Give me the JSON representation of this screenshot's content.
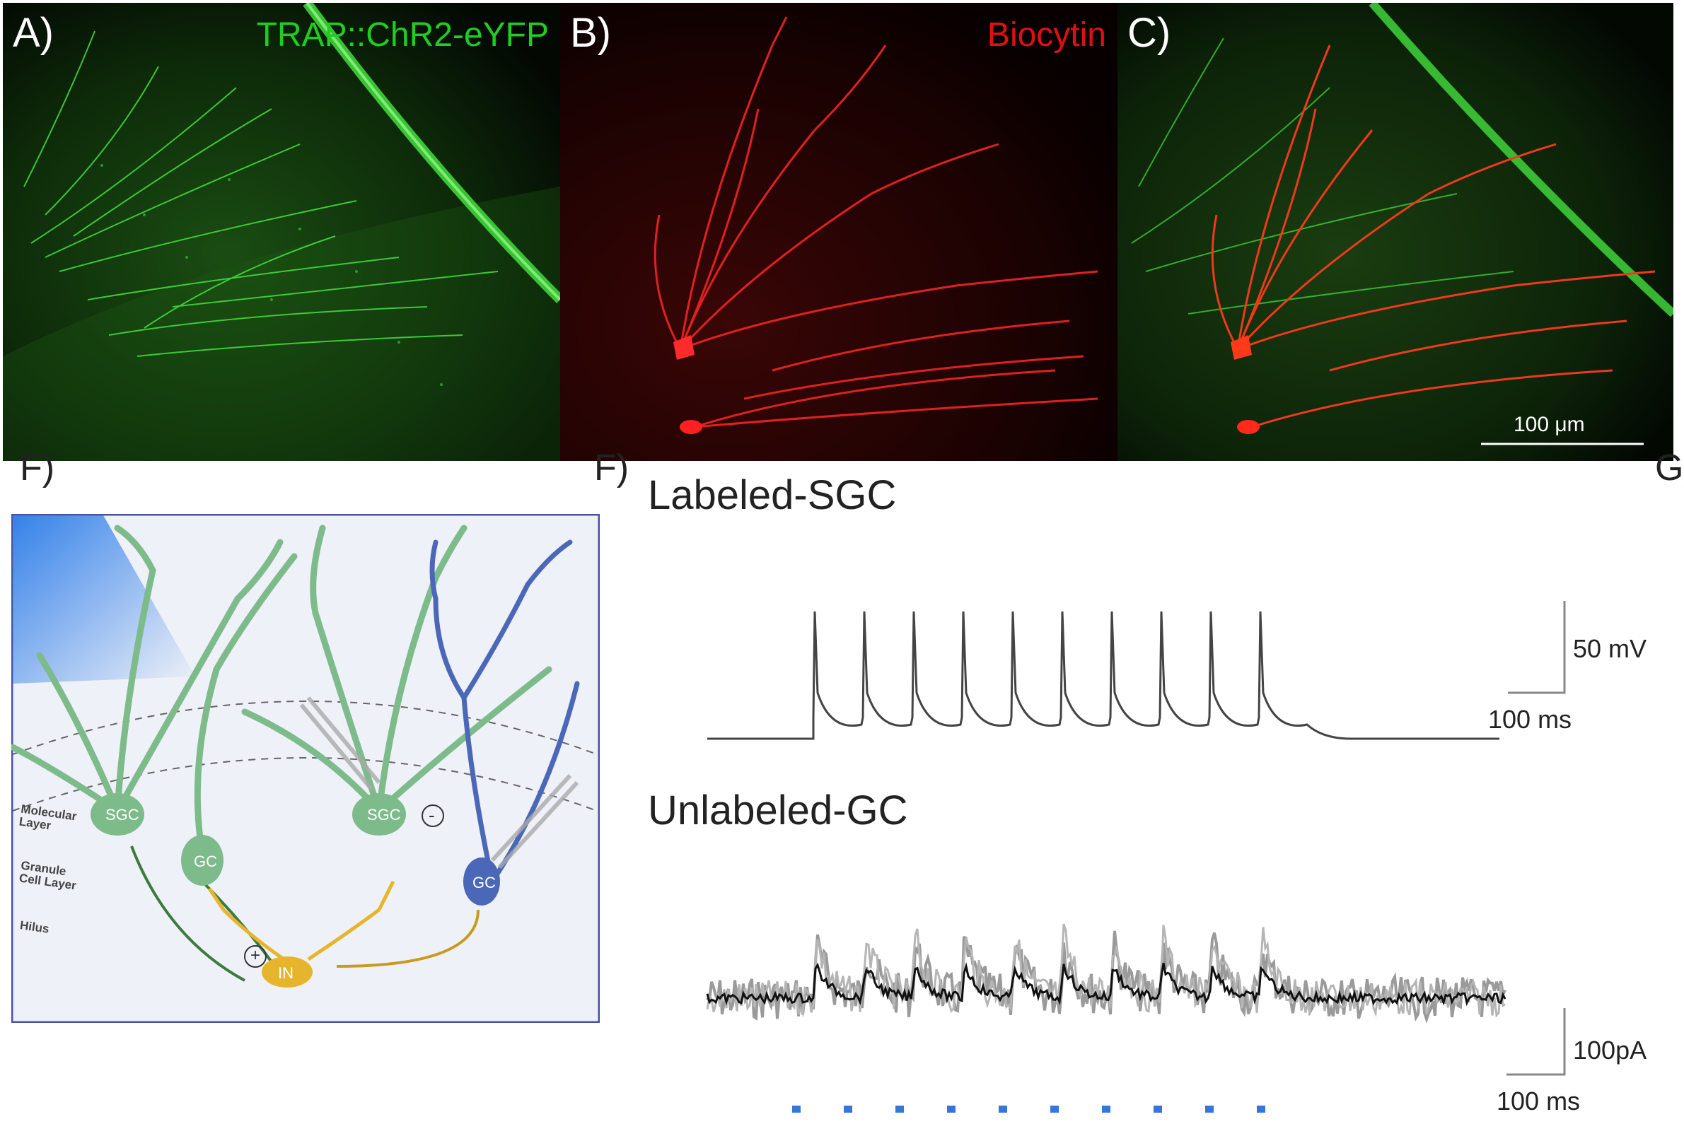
{
  "figure": {
    "panel_a": {
      "letter": "A)",
      "label": "TRAP::ChR2-eYFP",
      "label_color": "#22cc22"
    },
    "panel_b": {
      "letter": "B)",
      "label": "Biocytin",
      "label_color": "#dd1111"
    },
    "panel_c": {
      "letter": "C)",
      "scale_bar": "100 μm"
    },
    "cut_labels": [
      "F)",
      "F)",
      "G)"
    ],
    "schematic": {
      "layers": [
        "Molecular\nLayer",
        "Granule\nCell Layer",
        "Hilus"
      ],
      "cells": [
        "SGC",
        "SGC",
        "GC",
        "GC",
        "IN"
      ],
      "signs": [
        "+",
        "-"
      ],
      "colors": {
        "sgc": "#7dbb8a",
        "gc": "#4b67b8",
        "interneuron": "#e7b52c",
        "axon": "#3d7a3d",
        "frame": "#4a52a8"
      }
    },
    "labeled_sgc": {
      "title": "Labeled-SGC",
      "scale_v": "50 mV",
      "scale_t": "100 ms",
      "spike_times_ms": [
        0,
        70,
        140,
        210,
        280,
        350,
        420,
        490,
        560,
        630
      ]
    },
    "unlabeled_gc": {
      "title": "Unlabeled-GC",
      "scale_i": "100pA",
      "scale_t": "100 ms",
      "light_pulse_color": "#3377dd",
      "pulse_count": 10
    }
  }
}
